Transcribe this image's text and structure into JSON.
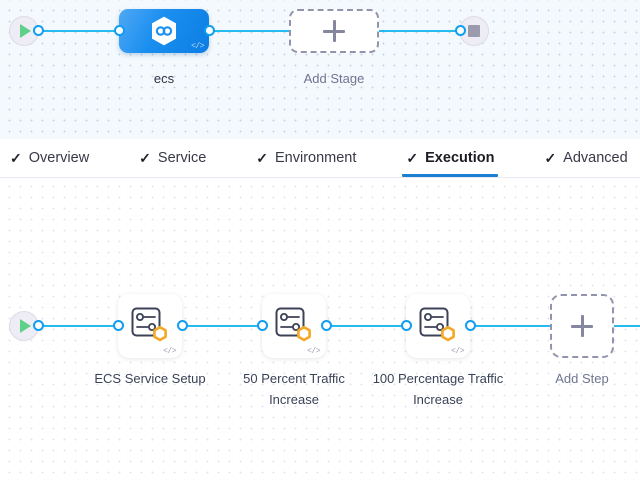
{
  "stage_canvas": {
    "start_node": {
      "icon": "play-icon",
      "name": "pipeline-start"
    },
    "end_node": {
      "icon": "stop-icon",
      "name": "pipeline-end"
    },
    "stage": {
      "label": "ecs",
      "icon": "harness-cd-hexagon-icon",
      "code_badge": "</>"
    },
    "add_stage": {
      "label": "Add Stage",
      "icon": "plus-icon"
    }
  },
  "tabs": [
    {
      "label": "Overview",
      "check": "✓",
      "active": false
    },
    {
      "label": "Service",
      "check": "✓",
      "active": false
    },
    {
      "label": "Environment",
      "check": "✓",
      "active": false
    },
    {
      "label": "Execution",
      "check": "✓",
      "active": true
    },
    {
      "label": "Advanced",
      "check": "✓",
      "active": false
    }
  ],
  "execution_canvas": {
    "start_node": {
      "icon": "play-icon",
      "name": "execution-start"
    },
    "steps": [
      {
        "label": "ECS Service Setup",
        "icon": "step-settings-icon",
        "code_badge": "</>"
      },
      {
        "label": "50 Percent Traffic Increase",
        "icon": "step-settings-icon",
        "code_badge": "</>"
      },
      {
        "label": "100 Percentage Traffic Increase",
        "icon": "step-settings-icon",
        "code_badge": "</>"
      }
    ],
    "add_step": {
      "label": "Add Step",
      "icon": "plus-icon"
    }
  },
  "colors": {
    "edge": "#26bbf0",
    "connector_ring": "#0f9ef0",
    "stage_blue": "#1b8ff0",
    "active_tab_underline": "#1b7fd1",
    "step_badge_amber": "#f5a623",
    "play_green": "#5fd08a",
    "stage_canvas_bg": "#f4f9fd"
  }
}
